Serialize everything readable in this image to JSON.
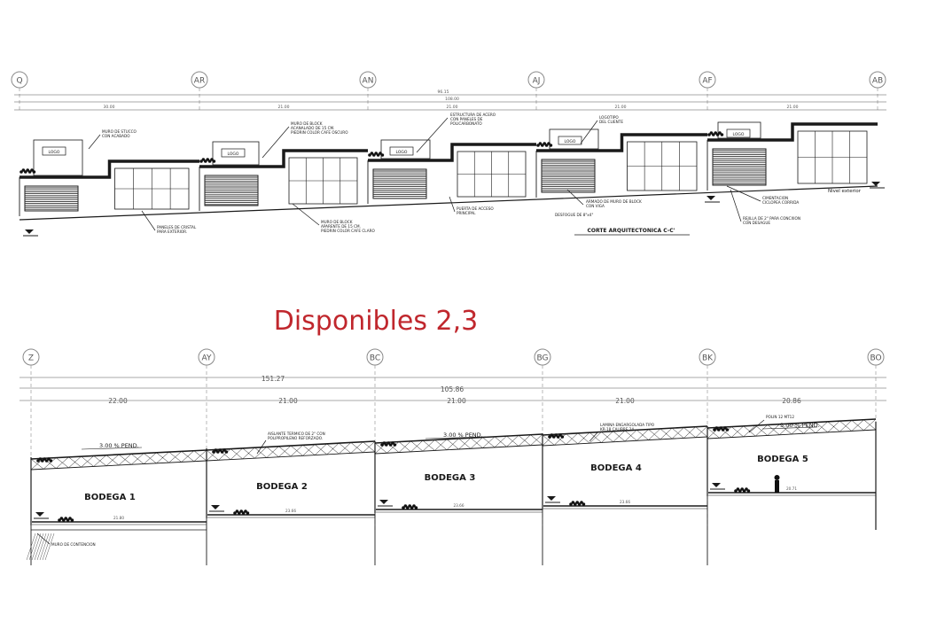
{
  "headline": "Disponibles 2,3",
  "colors": {
    "headline": "#c0272d",
    "line": "#1a1a1a",
    "grid": "#8a8a8a",
    "soft": "#555555"
  },
  "section_cc": {
    "title": "CORTE ARQUITECTONICA C-C'",
    "axes": [
      "Q",
      "AR",
      "AN",
      "AJ",
      "AF",
      "AB"
    ],
    "dims_overall": [
      "96.15",
      "108.00"
    ],
    "dims_spans": [
      "30.00",
      "21.00",
      "21.00",
      "21.00",
      "21.00"
    ],
    "logo": "LOGO",
    "nivel_exterior": "Nivel exterior",
    "notes": [
      "MURO DE STUCCO\nCON ACABADO",
      "MURO DE BLOCK\nACANALADO DE 15 CM.\nPIEDRIN COLOR CAFE OSCURO",
      "ESTRUCTURA DE ACERO\nCON PANELES DE\nPOLICARBONATO",
      "LOGOTIPO\nDEL CLIENTE",
      "PANELES DE CRISTAL\nPARA EXTERIOR.",
      "MURO DE BLOCK\nAPARENTE DE 15 CM.\nPIEDRIN COLOR CAFE CLARO",
      "PUERTA DE ACCESO\nPRINCIPAL",
      "ARMADO DE MURO DE BLOCK\nCON VIGA",
      "DESFOGUE DE 8\"x4\"",
      "CIMENTACION\nCICLOPEA CORRIDA",
      "REJILLA DE 2\" PARA CONCXION\nCON DESAGUE"
    ]
  },
  "section_2": {
    "axes": [
      "Z",
      "AY",
      "BC",
      "BG",
      "BK",
      "BO"
    ],
    "dims_overall": [
      "151.27",
      "105.86"
    ],
    "dims_spans": [
      "22.00",
      "21.00",
      "21.00",
      "21.00",
      "20.86"
    ],
    "bodegas": [
      "BODEGA 1",
      "BODEGA 2",
      "BODEGA 3",
      "BODEGA 4",
      "BODEGA 5"
    ],
    "pendiente": "3.00 % PEND.",
    "floor_dims": [
      "21.80",
      "23.66",
      "23.66",
      "23.66",
      "20.71"
    ],
    "notes": [
      "AISLANTE TERMICO DE 2\" CON\nPOLIPROPILENO REFORZADO.",
      "LAMINA ENGARGOLADA TIPO\nKR-18 CALIBRE 24.",
      "POLIN 12 MT12",
      "MURO DE CONTENCION"
    ]
  }
}
